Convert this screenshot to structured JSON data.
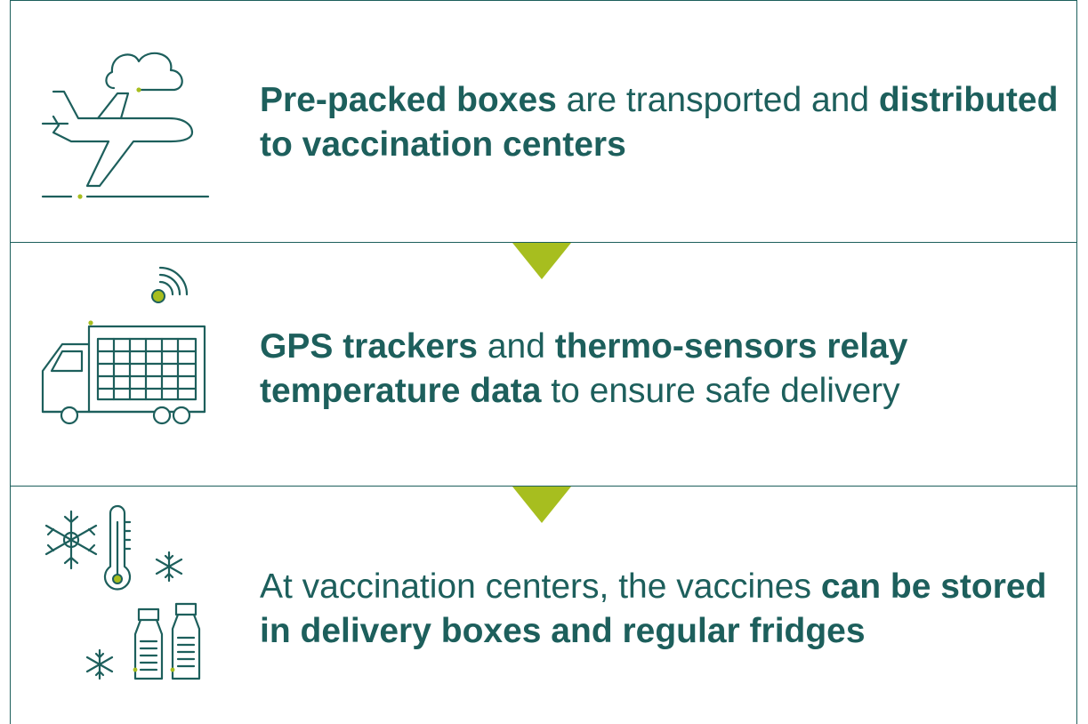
{
  "steps": [
    {
      "icon": "airplane-cloud-icon",
      "parts": [
        {
          "text": "Pre-packed boxes",
          "bold": true
        },
        {
          "text": " are transported and ",
          "bold": false
        },
        {
          "text": "distributed to vaccination centers",
          "bold": true
        }
      ]
    },
    {
      "icon": "gps-truck-icon",
      "parts": [
        {
          "text": "GPS trackers",
          "bold": true
        },
        {
          "text": " and ",
          "bold": false
        },
        {
          "text": "thermo-sensors relay temperature data",
          "bold": true
        },
        {
          "text": " to ensure safe delivery",
          "bold": false
        }
      ]
    },
    {
      "icon": "cold-storage-vials-icon",
      "parts": [
        {
          "text": "At vaccination centers, the vaccines ",
          "bold": false
        },
        {
          "text": "can be stored in delivery boxes and regular fridges",
          "bold": true
        }
      ]
    }
  ],
  "colors": {
    "primary": "#1d5f5c",
    "accent": "#a7be1f",
    "background": "#ffffff"
  }
}
